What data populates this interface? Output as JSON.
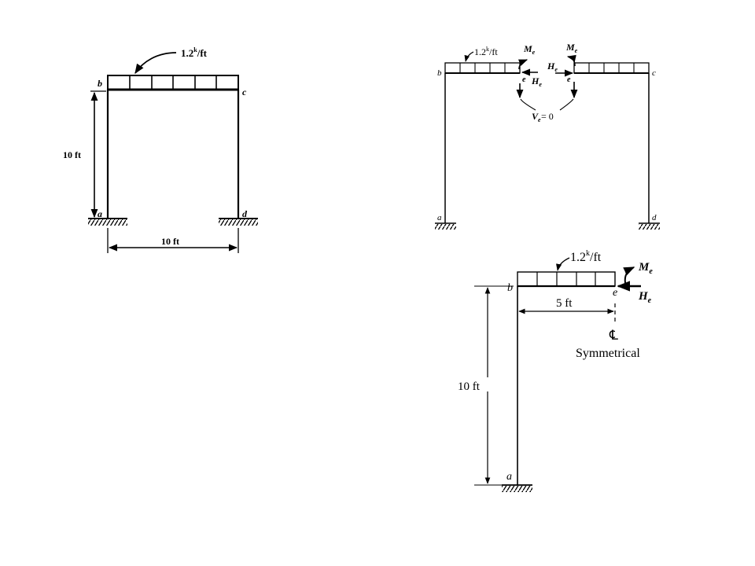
{
  "frame1": {
    "load": "1.2",
    "load_sup": "k",
    "load_unit": "/ft",
    "node_b": "b",
    "node_c": "c",
    "node_a": "a",
    "node_d": "d",
    "height": "10 ft",
    "span": "10 ft"
  },
  "frame2": {
    "load": "1.2",
    "load_sup": "k",
    "load_unit": "/ft",
    "node_b": "b",
    "node_c": "c",
    "node_a": "a",
    "node_d": "d",
    "M": "M",
    "H": "H",
    "sub_e": "e",
    "node_e": "e",
    "V_expr": " = 0"
  },
  "frame3": {
    "load": "1.2",
    "load_sup": "k",
    "load_unit": "/ft",
    "node_b": "b",
    "node_e": "e",
    "node_a": "a",
    "M": "M",
    "H": "H",
    "sub_e": "e",
    "half_span": "5 ft",
    "height": "10 ft",
    "centerline": "℄",
    "symmetrical": "Symmetrical"
  }
}
